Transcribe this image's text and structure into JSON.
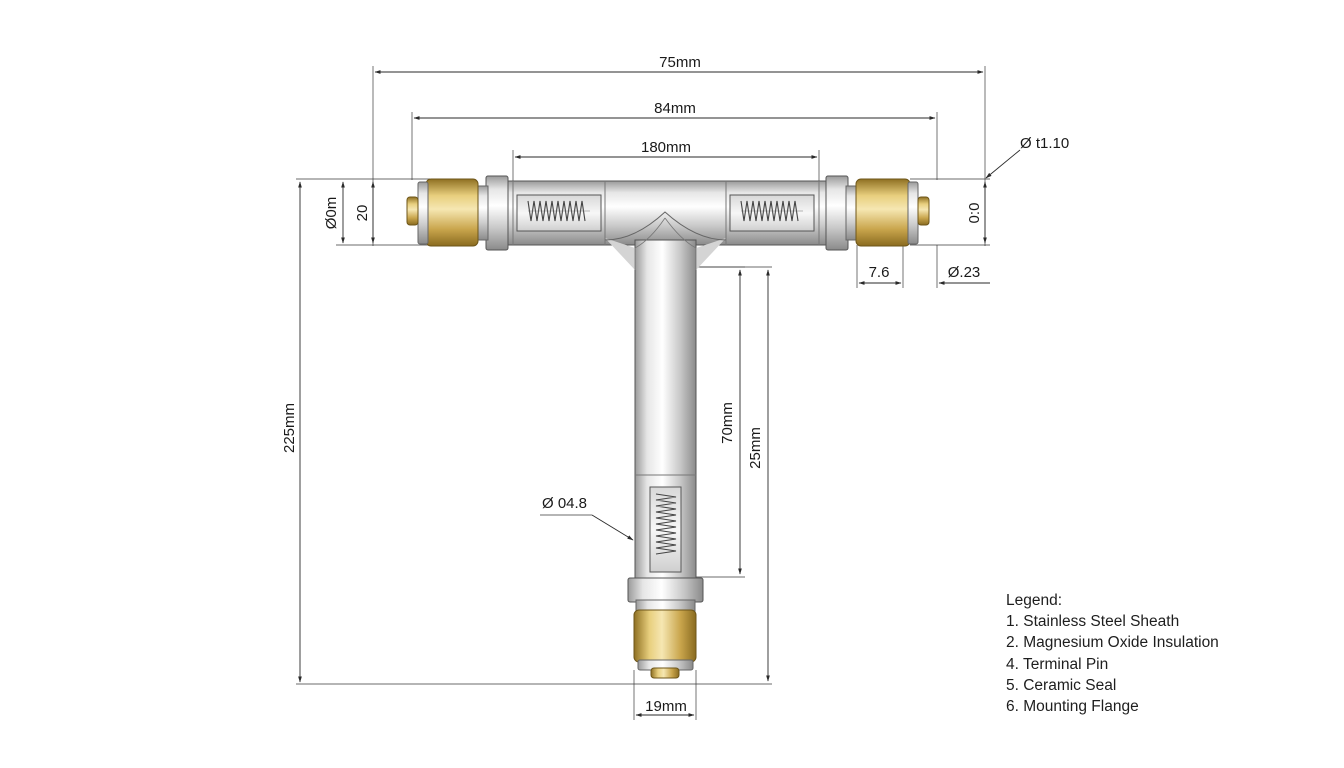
{
  "dimensions": {
    "overall_width": "75mm",
    "inner_width": "84mm",
    "center_width": "180mm",
    "end_diameter_top": "Ø t1.10",
    "left_diameter": "Ø0m",
    "left_height": "20",
    "right_height": "0:0",
    "right_seal_width": "7.6",
    "right_seal_diameter": "Ø.23",
    "overall_height": "225mm",
    "stem_length": "70mm",
    "stem_total": "25mm",
    "stem_diameter": "Ø 04.8",
    "bottom_width": "19mm"
  },
  "legend": {
    "title": "Legend:",
    "items": [
      "1. Stainless Steel Sheath",
      "2. Magnesium Oxide Insulation",
      "4. Terminal Pin",
      "5. Ceramic Seal",
      "6. Mounting Flange"
    ]
  },
  "colors": {
    "steel_light": "#f4f4f4",
    "steel_mid": "#c8c8c8",
    "steel_dark": "#8a8a8a",
    "brass_light": "#f3e3a6",
    "brass_mid": "#d2b45c",
    "brass_dark": "#9a7a2a",
    "line": "#2a2a2a"
  }
}
